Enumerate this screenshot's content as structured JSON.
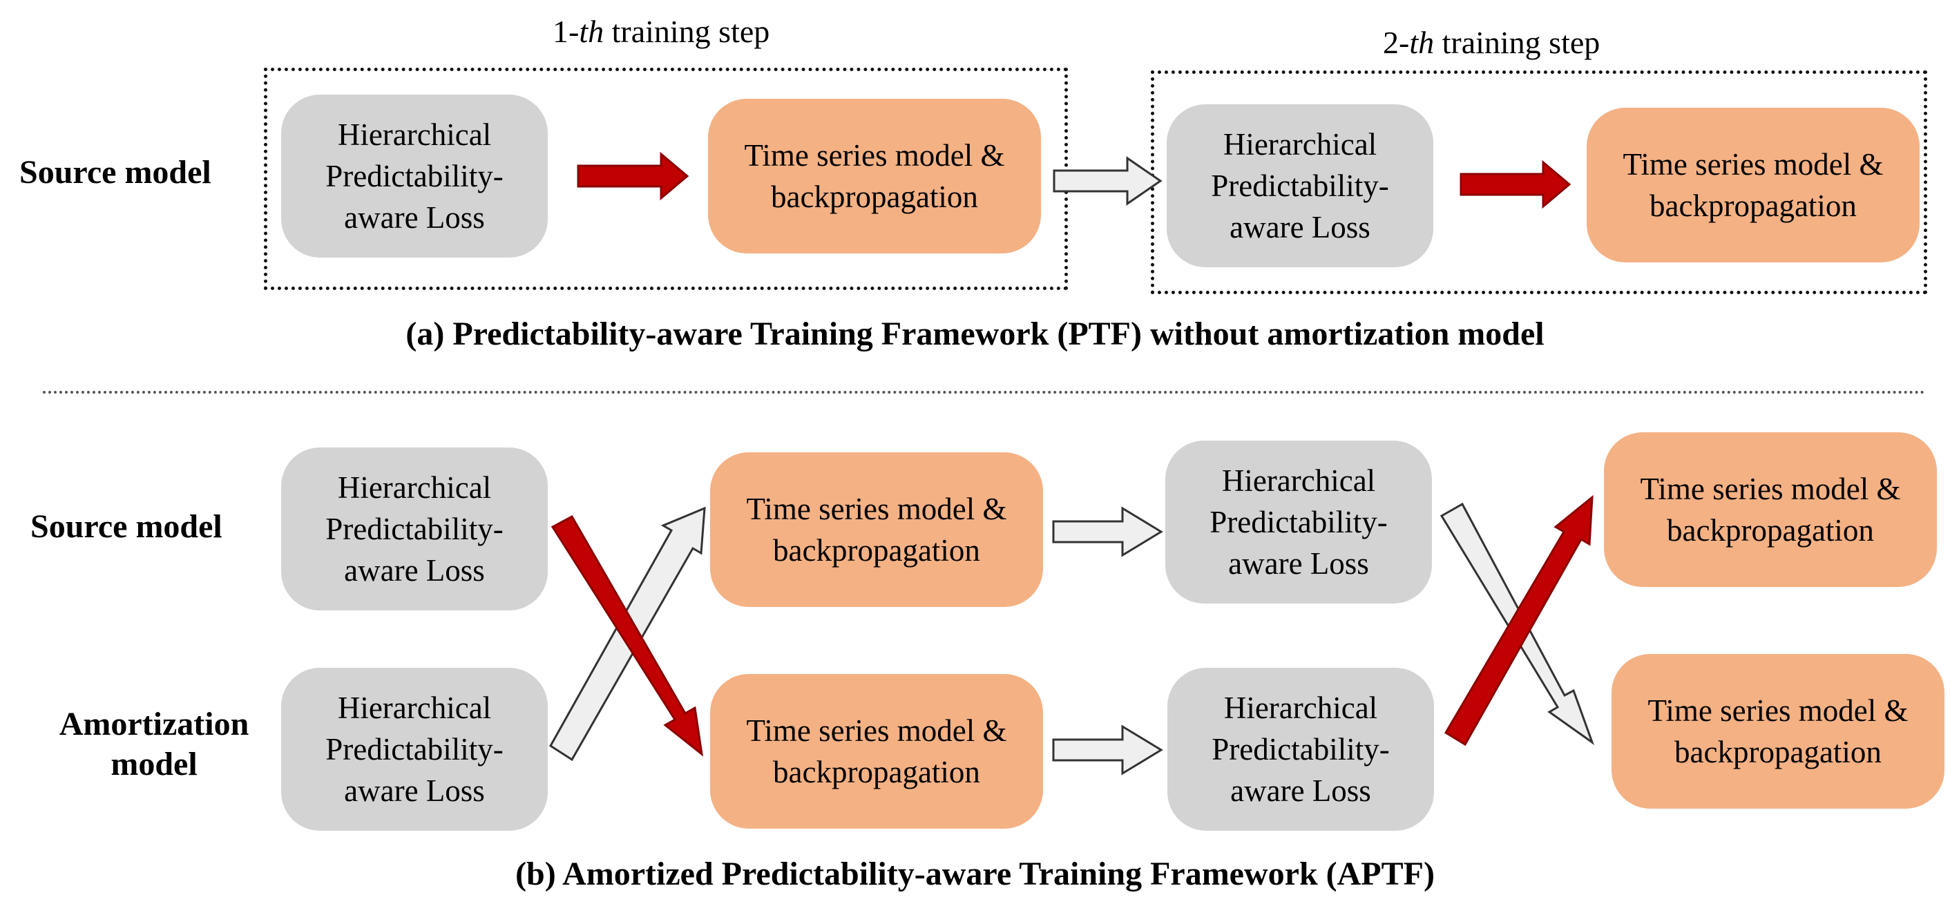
{
  "panel_a": {
    "step1_label_num": "1-",
    "step1_label_th": "th",
    "step1_label_rest": " training step",
    "step2_label_num": "2-",
    "step2_label_th": "th",
    "step2_label_rest": " training step",
    "row_label": "Source  model",
    "loss_line1": "Hierarchical",
    "loss_line2": "Predictability-",
    "loss_line3": "aware Loss",
    "ts_line1": "Time series model &",
    "ts_line2": "backpropagation",
    "caption": "(a) Predictability-aware Training Framework (PTF) without  amortization model"
  },
  "panel_b": {
    "row1_label": "Source  model",
    "row2_label_line1": "Amortization",
    "row2_label_line2": "model",
    "loss_line1": "Hierarchical",
    "loss_line2": "Predictability-",
    "loss_line3": "aware Loss",
    "ts_line1": "Time series model &",
    "ts_line2": "backpropagation",
    "caption": "(b) Amortized Predictability-aware Training Framework (APTF)"
  },
  "colors": {
    "loss_box": "#d3d3d3",
    "model_box": "#f4b184",
    "arrow_red": "#c00000",
    "arrow_light": "#efefef"
  }
}
